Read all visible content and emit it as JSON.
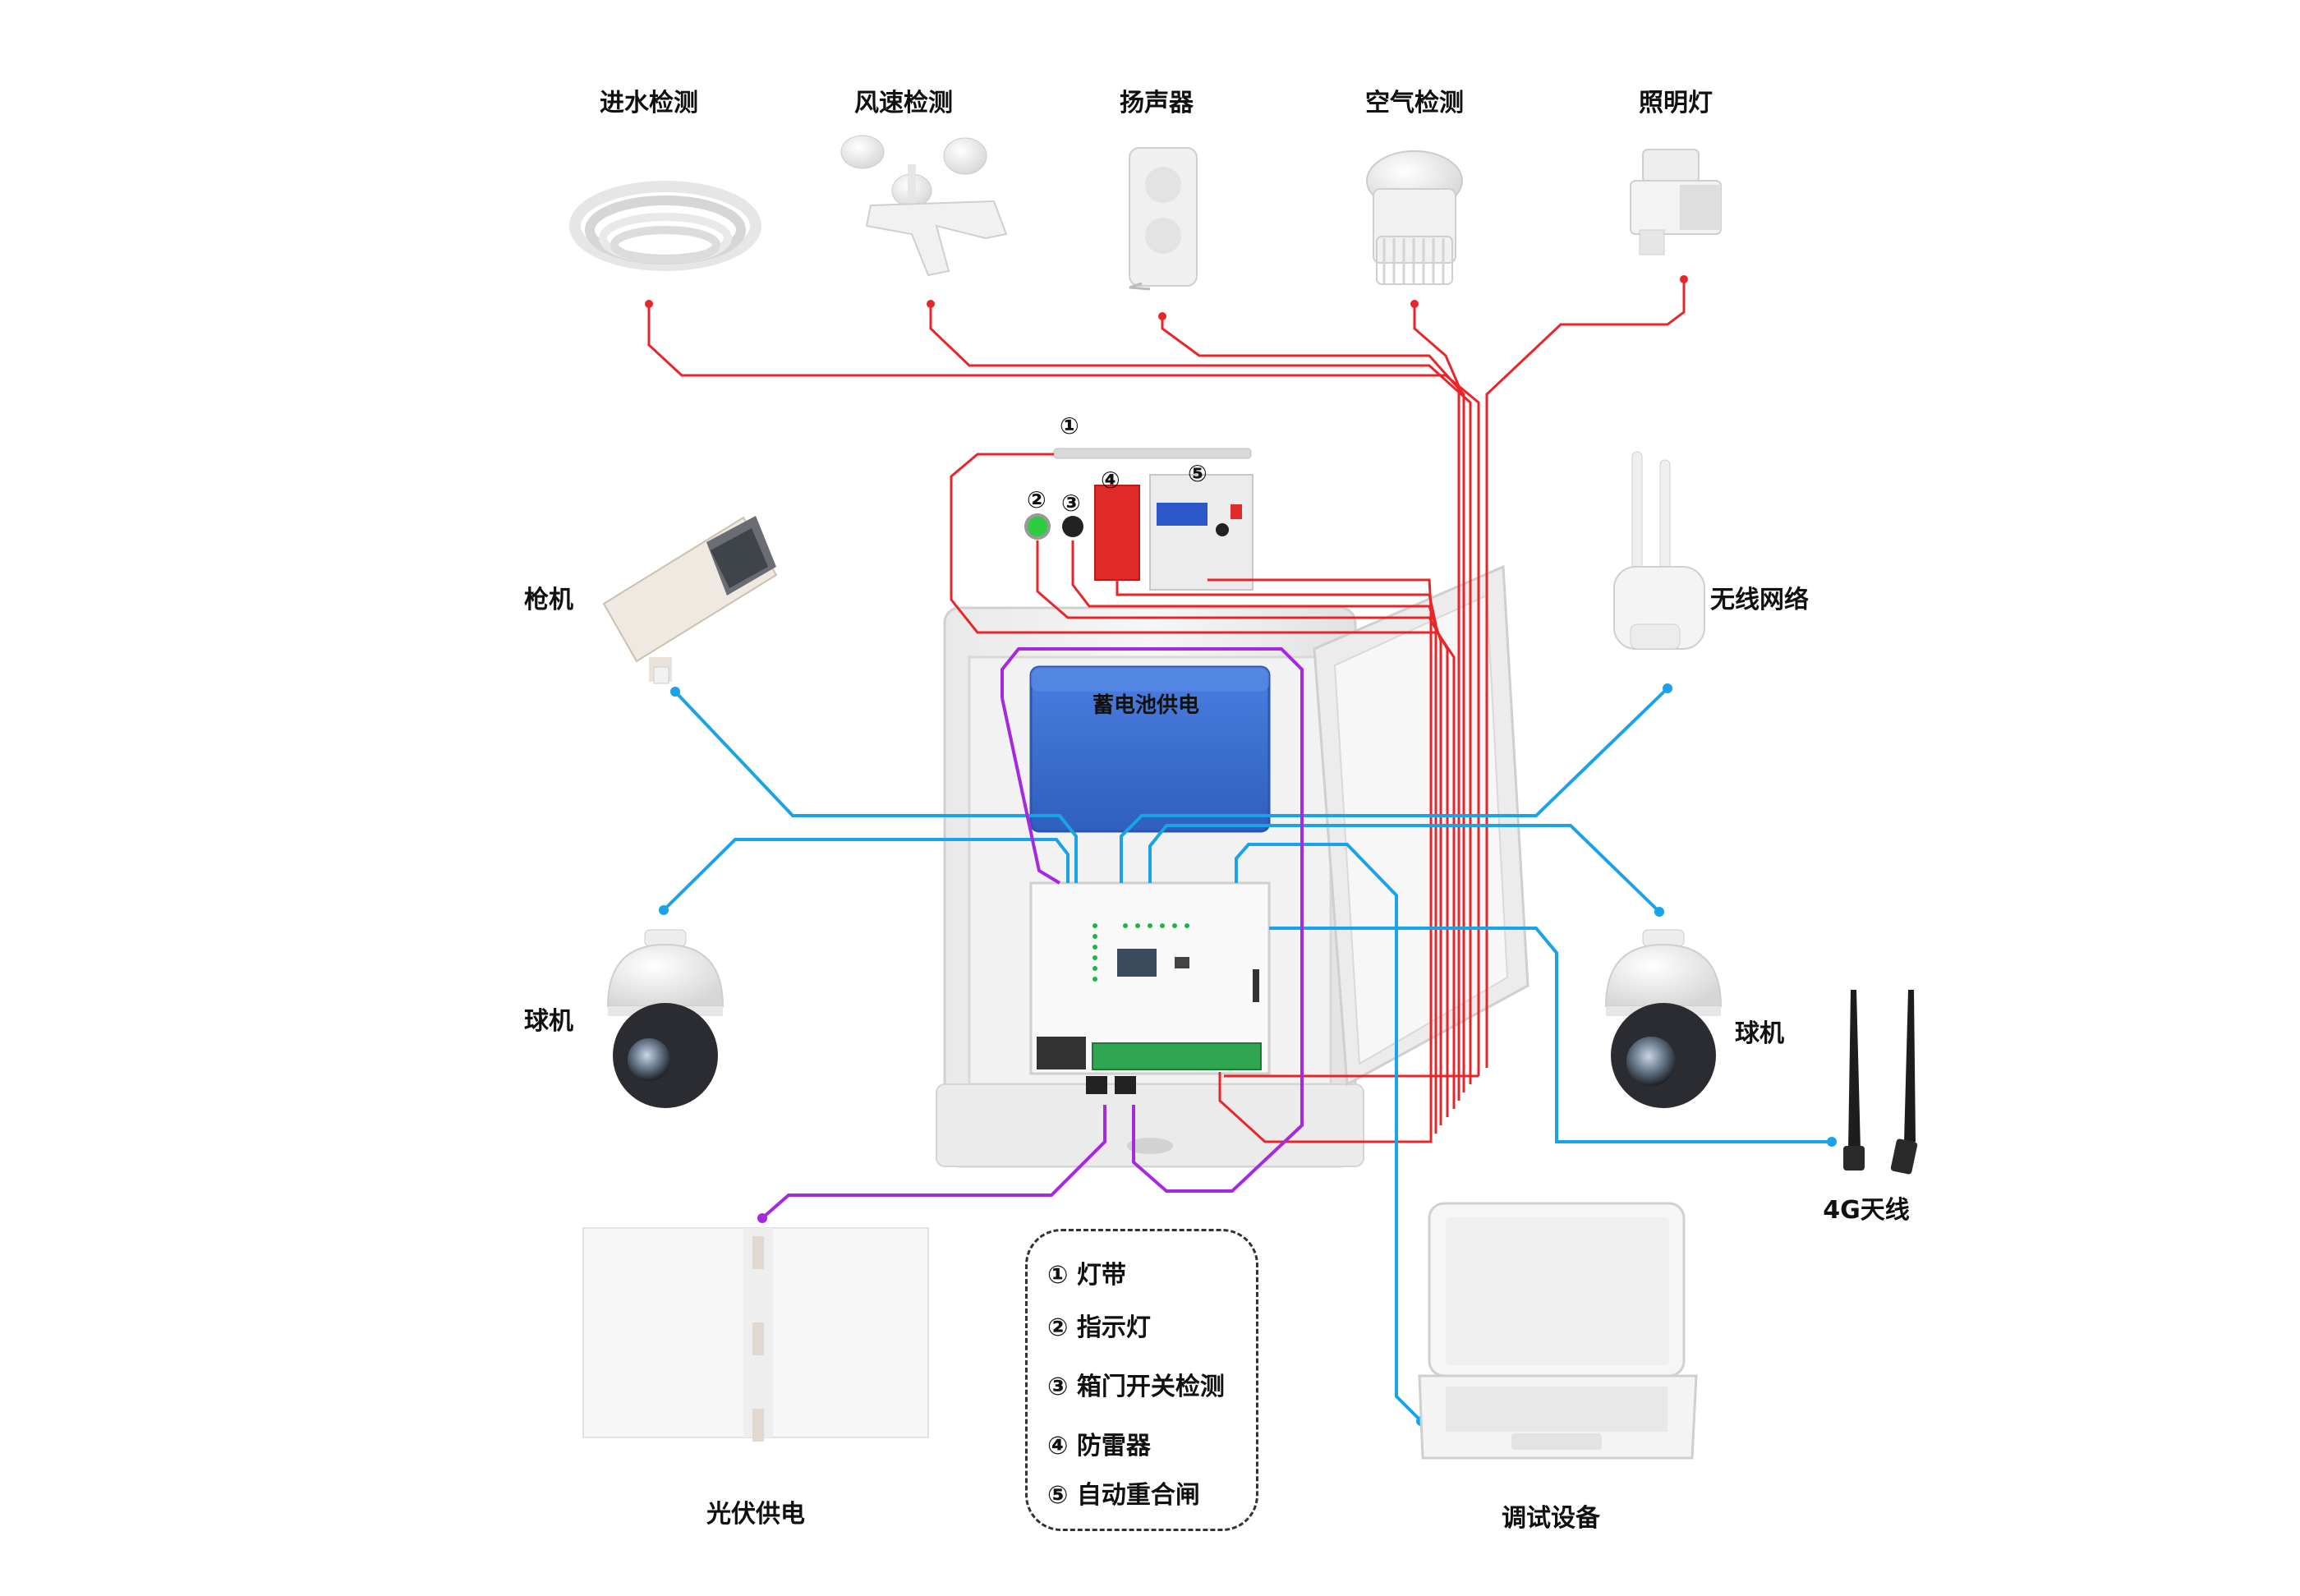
{
  "devices": {
    "water_detect": "进水检测",
    "wind_detect": "风速检测",
    "speaker": "扬声器",
    "air_detect": "空气检测",
    "lighting": "照明灯",
    "gun_camera": "枪机",
    "wireless": "无线网络",
    "dome_left": "球机",
    "dome_right": "球机",
    "antenna": "4G天线",
    "solar": "光伏供电",
    "debug": "调试设备",
    "battery": "蓄电池供电"
  },
  "markers": [
    "①",
    "②",
    "③",
    "④",
    "⑤"
  ],
  "legend": [
    "① 灯带",
    "② 指示灯",
    "③ 箱门开关检测",
    "④ 防雷器",
    "⑤ 自动重合闸"
  ],
  "colors": {
    "sensor_wire": "#e8262a",
    "network_wire": "#1aa3e8",
    "power_wire": "#a52adf",
    "battery": "#3a6fd0"
  }
}
